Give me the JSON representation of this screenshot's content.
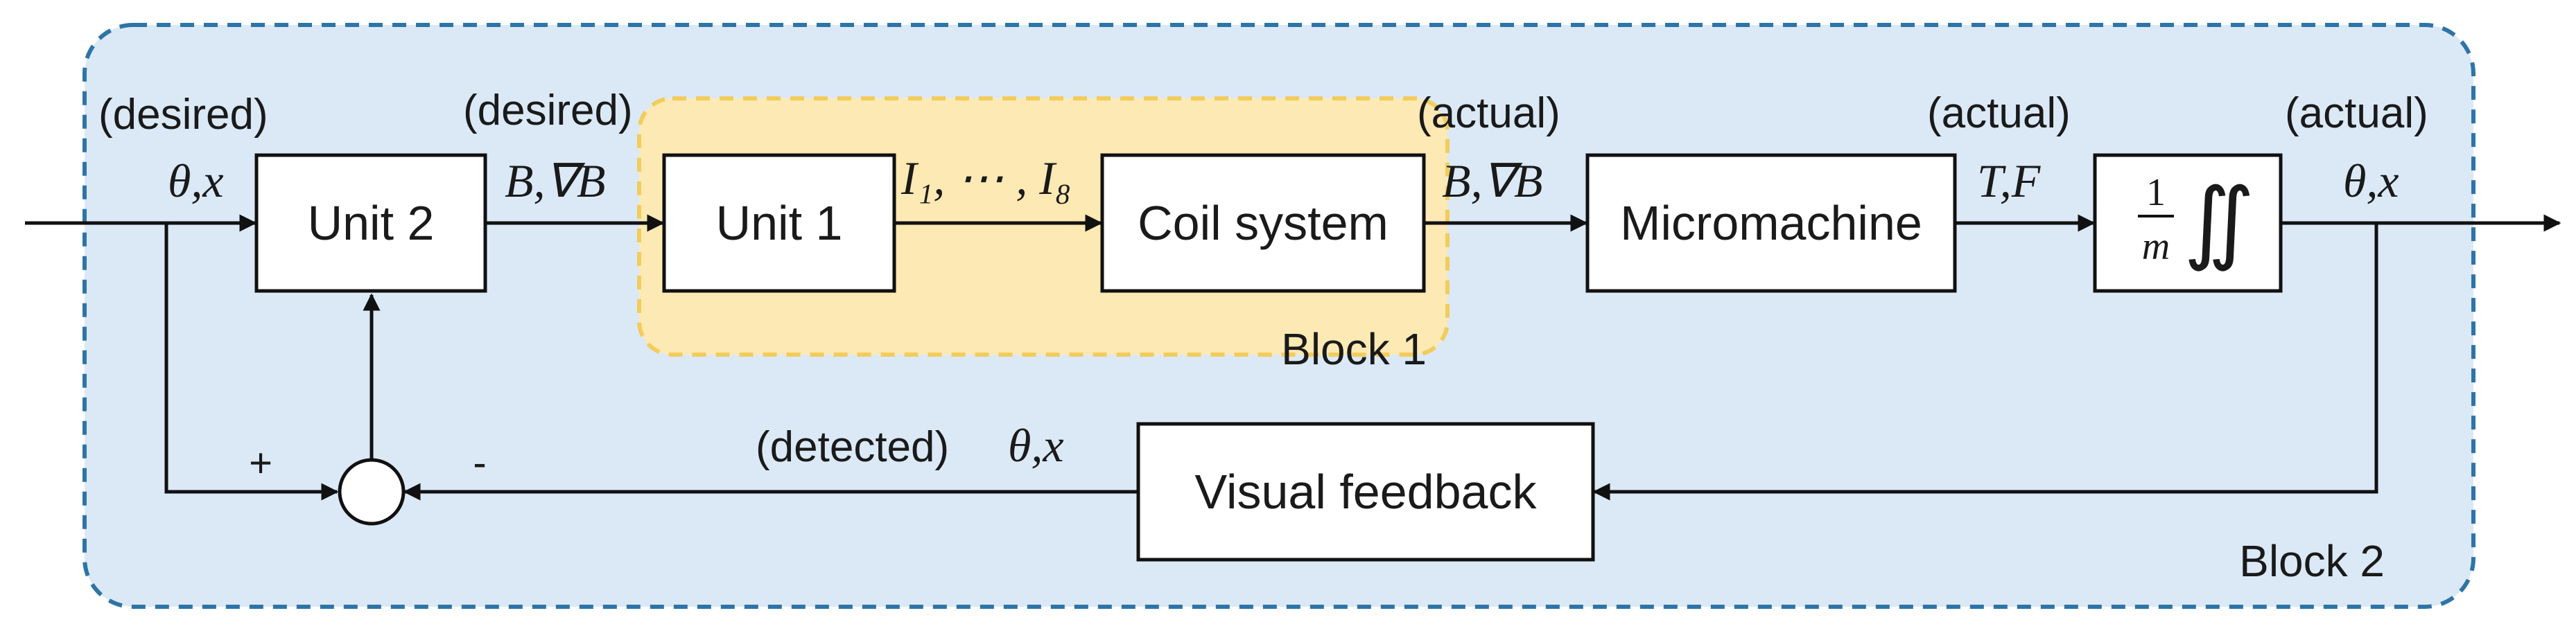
{
  "colors": {
    "block2_fill": "#dbe9f6",
    "block2_border": "#2e74a6",
    "block2_label": "#1f3a75",
    "block1_fill": "#fde9b3",
    "block1_border": "#f2cc5c",
    "block1_label": "#e8711a",
    "line": "#111111"
  },
  "blocks": {
    "block1_label": "Block 1",
    "block2_label": "Block 2"
  },
  "units": {
    "unit2": "Unit 2",
    "unit1": "Unit 1",
    "coil": "Coil system",
    "micromachine": "Micromachine",
    "feedback": "Visual feedback",
    "integrator_num": "1",
    "integrator_den": "m",
    "integrator_symbol": "∬"
  },
  "signals": {
    "input_tag": "(desired)",
    "input_sym": "θ,x",
    "u2_out_tag": "(desired)",
    "u2_out_sym": "B,∇B",
    "u1_out_sym": "I₁, ⋯ , I₈",
    "coil_out_tag": "(actual)",
    "coil_out_sym": "B,∇B",
    "mm_out_tag": "(actual)",
    "mm_out_sym": "T,F",
    "output_tag": "(actual)",
    "output_sym": "θ,x",
    "feedback_tag": "(detected)",
    "feedback_sym": "θ,x",
    "plus": "+",
    "minus": "-"
  }
}
